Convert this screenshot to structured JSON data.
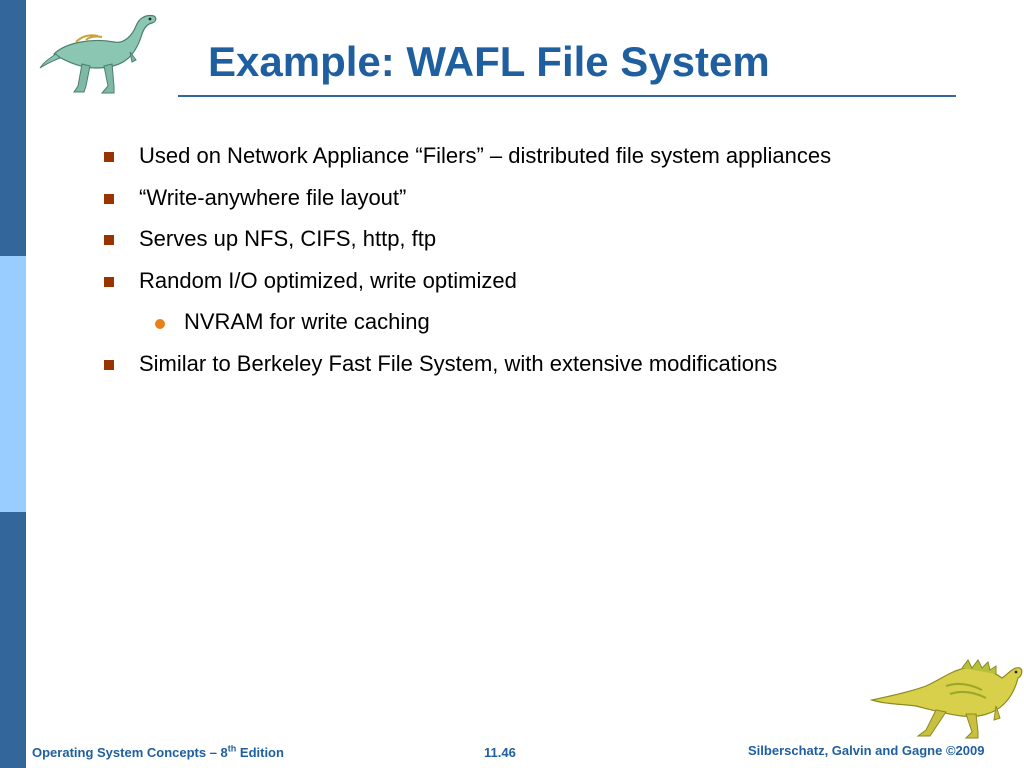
{
  "slide": {
    "title": "Example: WAFL File System",
    "bullets": [
      {
        "level": 1,
        "text": "Used on Network Appliance “Filers” – distributed file system appliances"
      },
      {
        "level": 1,
        "text": "“Write-anywhere file layout”"
      },
      {
        "level": 1,
        "text": "Serves up NFS, CIFS, http, ftp"
      },
      {
        "level": 1,
        "text": "Random I/O optimized, write optimized"
      },
      {
        "level": 2,
        "text": "NVRAM for write caching"
      },
      {
        "level": 1,
        "text": "Similar to Berkeley Fast File System, with extensive modifications"
      }
    ]
  },
  "footer": {
    "left_main": "Operating System Concepts – 8",
    "left_sup": "th",
    "left_tail": " Edition",
    "page": "11.46",
    "right": "Silberschatz, Galvin and Gagne ©2009"
  },
  "colors": {
    "title": "#1f5fa0",
    "sidebar_dark": "#336699",
    "sidebar_light": "#99ccff",
    "bullet_square": "#993300",
    "bullet_circle": "#e8801a"
  },
  "icons": {
    "top_left": "dinosaur-icon",
    "bottom_right": "dinosaur-icon"
  }
}
